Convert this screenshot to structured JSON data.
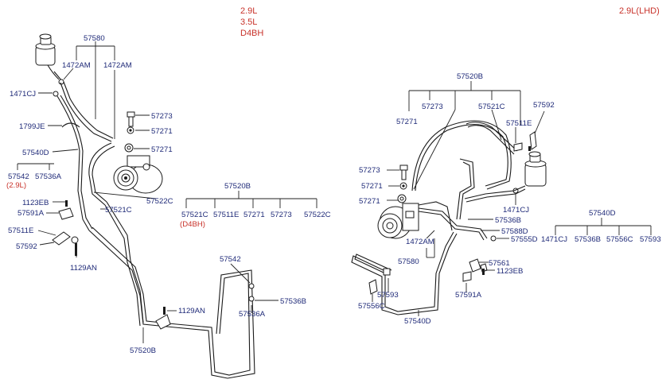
{
  "variants_left": [
    "2.9L",
    "3.5L",
    "D4BH"
  ],
  "variant_right": "2.9L(LHD)",
  "parts": {
    "p57580": "57580",
    "p1472AM": "1472AM",
    "p1471CJ": "1471CJ",
    "p1799JE": "1799JE",
    "p57540D": "57540D",
    "p57542": "57542",
    "p57536A": "57536A",
    "p29L": "(2.9L)",
    "p1123EB": "1123EB",
    "p57591A": "57591A",
    "p57511E": "57511E",
    "p57592": "57592",
    "p1129AN": "1129AN",
    "p57273": "57273",
    "p57271": "57271",
    "p57522C": "57522C",
    "p57521C": "57521C",
    "p57520B": "57520B",
    "pD4BH": "(D4BH)",
    "p57536B": "57536B",
    "p57588D": "57588D",
    "p57555D": "57555D",
    "p57561": "57561",
    "p57593": "57593",
    "p57556C": "57556C"
  }
}
